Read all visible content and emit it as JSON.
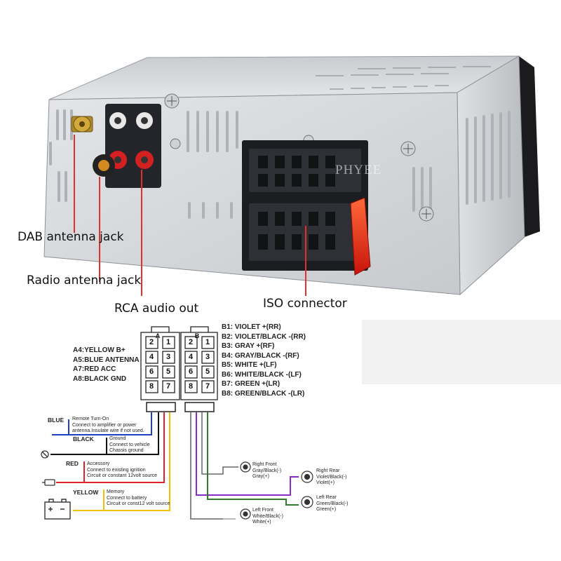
{
  "photo": {
    "watermark": "PHYEE",
    "callouts": [
      {
        "id": "dab",
        "label": "DAB antenna jack"
      },
      {
        "id": "radio",
        "label": "Radio antenna jack"
      },
      {
        "id": "rca",
        "label": "RCA audio out"
      },
      {
        "id": "iso",
        "label": "ISO connector"
      }
    ]
  },
  "connector": {
    "a_label": "A",
    "b_label": "B",
    "pins_a": [
      "2",
      "1",
      "4",
      "3",
      "6",
      "5",
      "8",
      "7"
    ],
    "pins_b": [
      "2",
      "1",
      "4",
      "3",
      "6",
      "5",
      "8",
      "7"
    ],
    "a_pins": [
      "A4:YELLOW B+",
      "A5:BLUE ANTENNA",
      "A7:RED ACC",
      "A8:BLACK GND"
    ],
    "b_pins": [
      "B1: VIOLET +(RR)",
      "B2: VIOLET/BLACK -(RR)",
      "B3: GRAY +(RF)",
      "B4: GRAY/BLACK -(RF)",
      "B5: WHITE +(LF)",
      "B6: WHITE/BLACK -(LF)",
      "B7: GREEN +(LR)",
      "B8: GREEN/BLACK -(LR)"
    ]
  },
  "wires": [
    {
      "name": "BLUE",
      "color": "#1f3fbf",
      "desc": [
        "Remote Turn-On",
        "Connect to amplifier or power",
        "antenna.Insulate wire if not used."
      ]
    },
    {
      "name": "BLACK",
      "color": "#111111",
      "desc": [
        "Ground",
        "Connect to vehicle",
        "Chassis ground"
      ]
    },
    {
      "name": "RED",
      "color": "#e0202a",
      "desc": [
        "Accessory",
        "Connect to existing ignition",
        "Circuit or constant 12volt source"
      ]
    },
    {
      "name": "YELLOW",
      "color": "#f2c200",
      "desc": [
        "Memory",
        "Connect to battery",
        "Circuit or const12 volt source"
      ]
    }
  ],
  "speakers": [
    {
      "id": "rf",
      "lines": [
        "Right Front",
        "Gray/Black(-)",
        "Gray(+)"
      ]
    },
    {
      "id": "rr",
      "lines": [
        "Right Rear",
        "Violet/Black(-)",
        "Violet(+)"
      ]
    },
    {
      "id": "lr",
      "lines": [
        "Left Rear",
        "Green/Black(-)",
        "Green(+)"
      ]
    },
    {
      "id": "lf",
      "lines": [
        "Left Front",
        "White/Black(-)",
        "White(+)"
      ]
    }
  ],
  "speaker_wire_colors": {
    "gray": "#888888",
    "violet": "#8a2bc4",
    "green": "#2e7d2e",
    "white": "#bbbbbb"
  }
}
